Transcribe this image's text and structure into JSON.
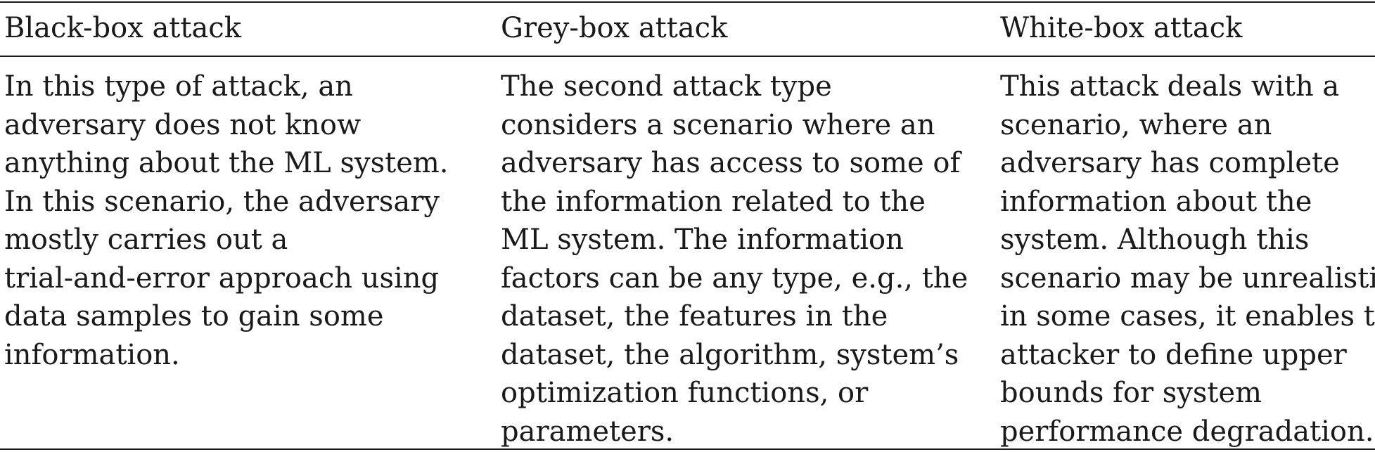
{
  "table": {
    "headers": [
      "Black-box attack",
      "Grey-box attack",
      "White-box attack"
    ],
    "columns": [
      {
        "lines": [
          "In this type of attack, an",
          "adversary does not know",
          "anything about the ML system.",
          "In this scenario, the adversary",
          "mostly carries out a",
          "trial-and-error approach using",
          "data samples to gain some",
          "information."
        ]
      },
      {
        "lines": [
          "The second attack type",
          "considers a scenario where an",
          "adversary has access to some of",
          "the information related to the",
          "ML system. The information",
          "factors can be any type, e.g., the",
          "dataset, the features in the",
          "dataset, the algorithm, system’s",
          "optimization functions, or",
          "parameters."
        ]
      },
      {
        "lines": [
          "This attack deals with a",
          "scenario, where an",
          "adversary has complete",
          "information about the",
          "system. Although this",
          "scenario may be unrealistic",
          "in some cases, it enables the",
          "attacker to define upper",
          "bounds for system",
          "performance degradation."
        ]
      }
    ]
  }
}
